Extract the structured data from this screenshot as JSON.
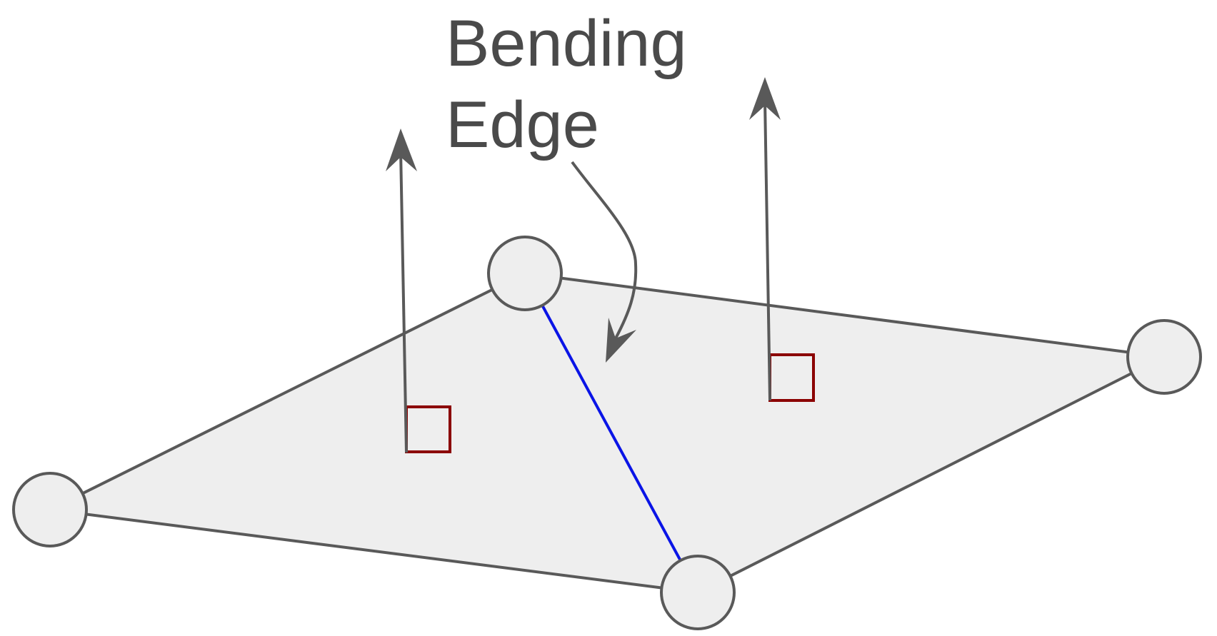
{
  "diagram": {
    "label_line1": "Bending",
    "label_line2": "Edge"
  },
  "colors": {
    "stroke": "#595959",
    "face_fill": "#eeeeee",
    "node_fill": "#eeeeee",
    "bending_edge": "#0a14e6",
    "right_angle_marker": "#8b0000",
    "text": "#4a4a4a"
  },
  "elements": {
    "vertices": [
      "vertex-left",
      "vertex-top",
      "vertex-right",
      "vertex-bottom"
    ],
    "edges": [
      "edge-left-top",
      "edge-top-right",
      "edge-right-bottom",
      "edge-bottom-left",
      "bending-edge"
    ],
    "normals": [
      "normal-arrow-left-face",
      "normal-arrow-right-face"
    ],
    "markers": [
      "right-angle-marker-left",
      "right-angle-marker-right"
    ],
    "pointer": "pointer-arrow"
  }
}
